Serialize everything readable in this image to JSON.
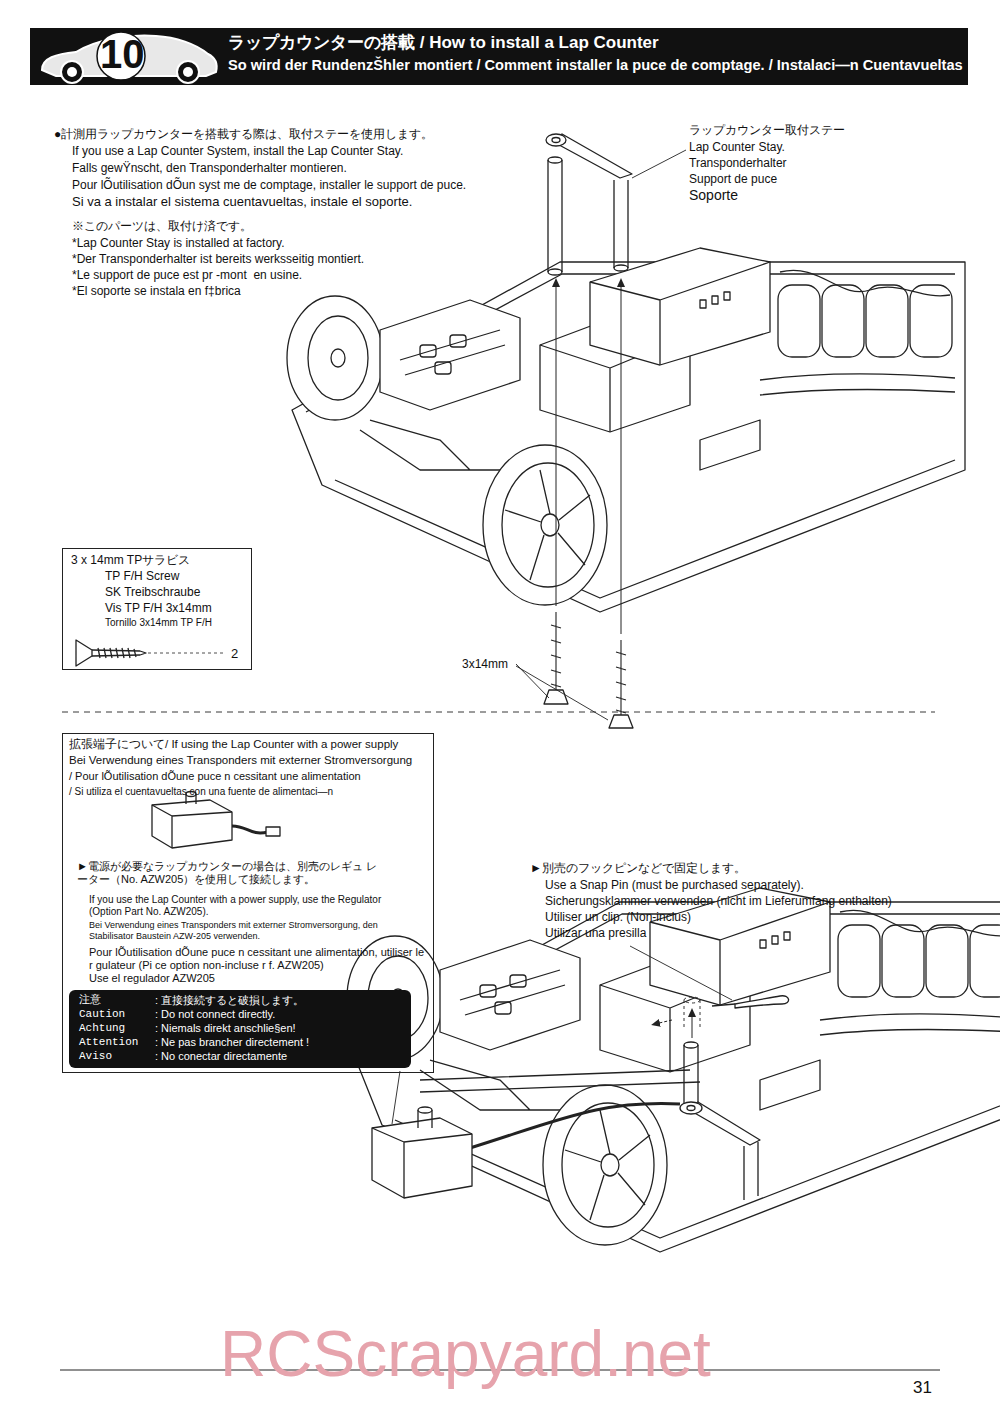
{
  "diagram": {
    "nodes": [
      {
        "text": [
          "10",
          "ラップカウンターの搭載 / How to install a Lap Counter",
          "So wird der RundenzŠhler montiert / Comment installer la puce de comptage. / Instalaci—n Cuentavueltas"
        ]
      },
      {
        "text": [
          "3 x 14mm TPサラビス",
          "TP F/H Screw",
          "SK Treibschraube",
          "Vis TP F/H 3x14mm",
          "Tornillo 3x14mm TP F/H",
          "2"
        ]
      },
      {
        "text": [
          "拡張端子について/ If using the Lap Counter with a power supply",
          "Bei Verwendung eines Transponders mit externer Stromversorgung",
          "/ Pour lÕutilisation dÕune puce n cessitant une alimentation",
          "/ Si utiliza el cuentavueltas con una fuente de alimentaci—n",
          "►電源が必要なラップカウンターの場合は、別売のレギュ レーター（No. AZW205）を使用して接続します。",
          "If you use the Lap Counter with a power supply, use the Regulator (Option Part No. AZW205).",
          "Bei Verwendung eines Transponders mit externer Stromversorgung, den Stabilisator Baustein AZW-205 verwenden.",
          "Pour lÕutilisation dÕune puce n cessitant une alimentation, utiliser le r gulateur (Pi ce option non-incluse r f. AZW205)",
          "Use el regulador AZW205"
        ]
      },
      {
        "text": [
          "注意",
          ": 直接接続すると破損します。",
          "Caution",
          ": Do not connect directly.",
          "Achtung",
          ": Niemals direkt anschlie§en!",
          "Attention",
          ": Ne pas brancher directement !",
          "Aviso",
          ": No conectar directamente"
        ],
        "in": 2
      }
    ],
    "labels": [
      "●計測用ラップカウンターを搭載する際は、取付ステーを使用します。",
      "If you use a Lap Counter System, install the Lap Counter Stay.",
      "Falls gewŸnscht, den Transponderhalter montieren.",
      "Pour lÕutilisation dÕun syst me de comptage, installer le support de puce.",
      "Si va a instalar el sistema cuentavueltas, instale el soporte.",
      "※このパーツは、取付け済です。",
      "*Lap Counter Stay is installed at factory.",
      "*Der Transponderhalter ist bereits werksseitig montiert.",
      "*Le support de puce est pr -mont  en usine.",
      "*El soporte se instala en f‡brica",
      "ラップカウンター取付ステー",
      "Lap Counter Stay.",
      "Transponderhalter",
      "Support de puce",
      "Soporte",
      "3x14mm",
      "►別売のフックピンなどで固定します。",
      "Use a Snap Pin (must be purchased separately).",
      "Sicherungsklammer verwenden (nicht im Lieferumfang enthalten)",
      "Utiliser un clip. (Non-inclus)",
      "Utilizar una presilla",
      "RCScrapyard.net",
      "31"
    ]
  }
}
